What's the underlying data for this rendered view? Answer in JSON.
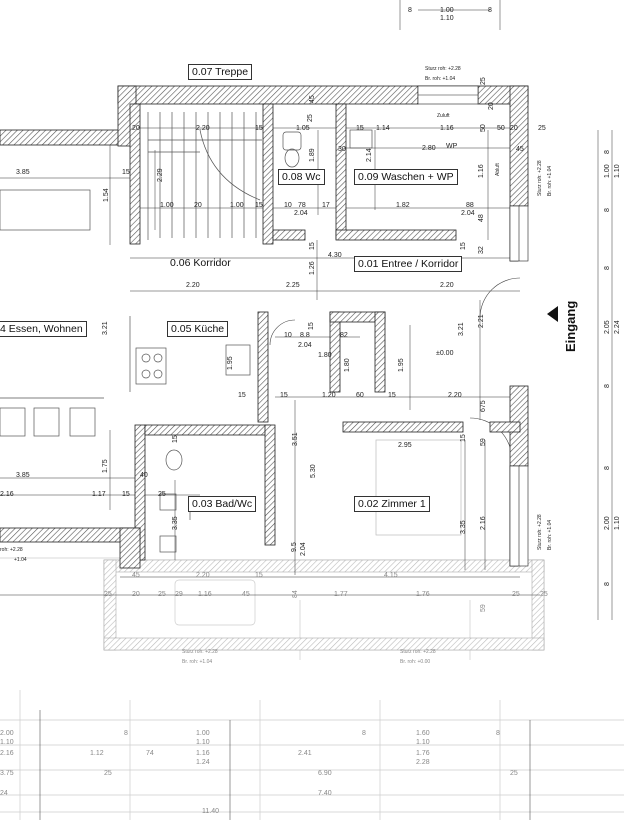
{
  "rooms": {
    "stairs": "0.07 Treppe",
    "wc": "0.08 Wc",
    "utility": "0.09 Waschen + WP",
    "corridor": "0.06 Korridor",
    "entrance_hall": "0.01 Entree / Korridor",
    "living": "4 Essen, Wohnen",
    "kitchen": "0.05 Küche",
    "bath": "0.03 Bad/Wc",
    "bedroom": "0.02 Zimmer 1"
  },
  "entrance": "Eingang",
  "level": "±0.00",
  "wp_tag": "WP",
  "window_notes": {
    "top_sturz": "Sturz roh:  +2.28",
    "top_br": "Br. roh:     +1.04",
    "right_upper_sturz": "Sturz roh:  +2.28",
    "right_upper_br": "Br. roh:  +1.04",
    "right_lower_sturz": "Sturz roh:  +2.28",
    "right_lower_br": "Br. roh:  +1.04",
    "left_sturz": "roh: +2.28",
    "left_br": "+1.04",
    "bottom_left_sturz": "Sturz roh:  +2.28",
    "bottom_left_br": "Br. roh:     +1.04",
    "bottom_right_sturz": "Sturz roh:  +2.28",
    "bottom_right_br": "Br. roh:     +0.00",
    "zuluft": "Zuluft",
    "abluft": "Abluft"
  },
  "dimensions": {
    "top_1_00": "1.00",
    "top_1_10": "1.10",
    "top_8a": "8",
    "top_8b": "8",
    "d_20a": "20",
    "d_2_20a": "2.20",
    "d_15a": "15",
    "d_1_05": "1.05",
    "d_15b": "15",
    "d_1_14": "1.14",
    "d_1_16": "1.16",
    "d_50": "50",
    "d_20b": "20",
    "d_25a": "25",
    "d_25b": "25",
    "d_25c": "25",
    "d_45a": "45",
    "d_45b": "45",
    "d_20c": "20",
    "d_2_80": "2.80",
    "d_30": "30",
    "d_3_85a": "3.85",
    "d_15c": "15",
    "d_2_29": "2.29",
    "d_1_89": "1.89",
    "d_2_14": "2.14",
    "d_1_16b": "1.16",
    "d_1_54": "1.54",
    "d_1_00": "1.00",
    "d_2_20b": "20",
    "d_1_00b": "1.00",
    "d_15d": "15",
    "d_10": "10",
    "d_78": "78",
    "d_17": "17",
    "d_2_04a": "2.04",
    "d_1_82": "1.82",
    "d_88": "88",
    "d_2_04b": "2.04",
    "d_48": "48",
    "d_4_30": "4.30",
    "d_15e": "15",
    "d_1_26": "1.26",
    "d_15f": "15",
    "d_32": "32",
    "d_2_20c": "2.20",
    "d_2_25": "2.25",
    "d_2_20d": "2.20",
    "d_3_21a": "3.21",
    "d_10b": "10",
    "d_88b": "8.8",
    "d_15g": "15",
    "d_82": "82",
    "d_2_04c": "2.04",
    "d_1_80a": "1.80",
    "d_3_21b": "3.21",
    "d_2_21": "2.21",
    "d_1_95a": "1.95",
    "d_1_80b": "1.80",
    "d_1_95b": "1.95",
    "d_15h": "15",
    "d_1_20": "1.20",
    "d_60": "60",
    "d_15i": "15",
    "d_2_20e": "2.20",
    "d_15j": "15",
    "d_675": "675",
    "d_3_51": "3.51",
    "d_2_95": "2.95",
    "d_15k": "15",
    "d_59": "59",
    "d_1_75": "1.75",
    "d_40": "40",
    "d_3_85b": "3.85",
    "d_5_30": "5.30",
    "d_2_16a": "2.16",
    "d_1_17": "1.17",
    "d_15l": "15",
    "d_25d": "25",
    "d_3_35a": "3.35",
    "d_3_35b": "3.35",
    "d_2_16b": "2.16",
    "d_95": "9.5",
    "d_2_04d": "2.04",
    "d_45c": "45",
    "d_2_20f": "2.20",
    "d_15m": "15",
    "d_4_15": "4.15",
    "d_25e": "25",
    "d_20d": "20",
    "d_25f": "25",
    "d_29": "29",
    "d_1_16c": "1.16",
    "d_45d": "45",
    "d_84": "84",
    "d_1_77": "1.77",
    "d_1_76": "1.76",
    "d_25g": "25",
    "d_25h": "25",
    "d_59b": "59",
    "r_8a": "8",
    "r_1_00": "1.00",
    "r_1_10a": "1.10",
    "r_8b": "8",
    "r_8c": "8",
    "r_2_05": "2.05",
    "r_2_24": "2.24",
    "r_8d": "8",
    "r_8e": "8",
    "r_2_00": "2.00",
    "r_1_10b": "1.10",
    "r_8f": "8",
    "b_2_00": "2.00",
    "b_1_10": "1.10",
    "b_8a": "8",
    "b_1_00": "1.00",
    "b_1_10b": "1.10",
    "b_8b": "8",
    "b_1_60": "1.60",
    "b_1_10c": "1.10",
    "b_8c": "8",
    "b_2_16": "2.16",
    "b_1_12": "1.12",
    "b_74": "74",
    "b_1_16": "1.16",
    "b_1_24": "1.24",
    "b_2_41": "2.41",
    "b_1_76": "1.76",
    "b_2_28": "2.28",
    "b_3_75": "3.75",
    "b_25a": "25",
    "b_6_90": "6.90",
    "b_25b": "25",
    "b_7_40": "7.40",
    "b_11_40": "11.40",
    "b_24": "24"
  }
}
